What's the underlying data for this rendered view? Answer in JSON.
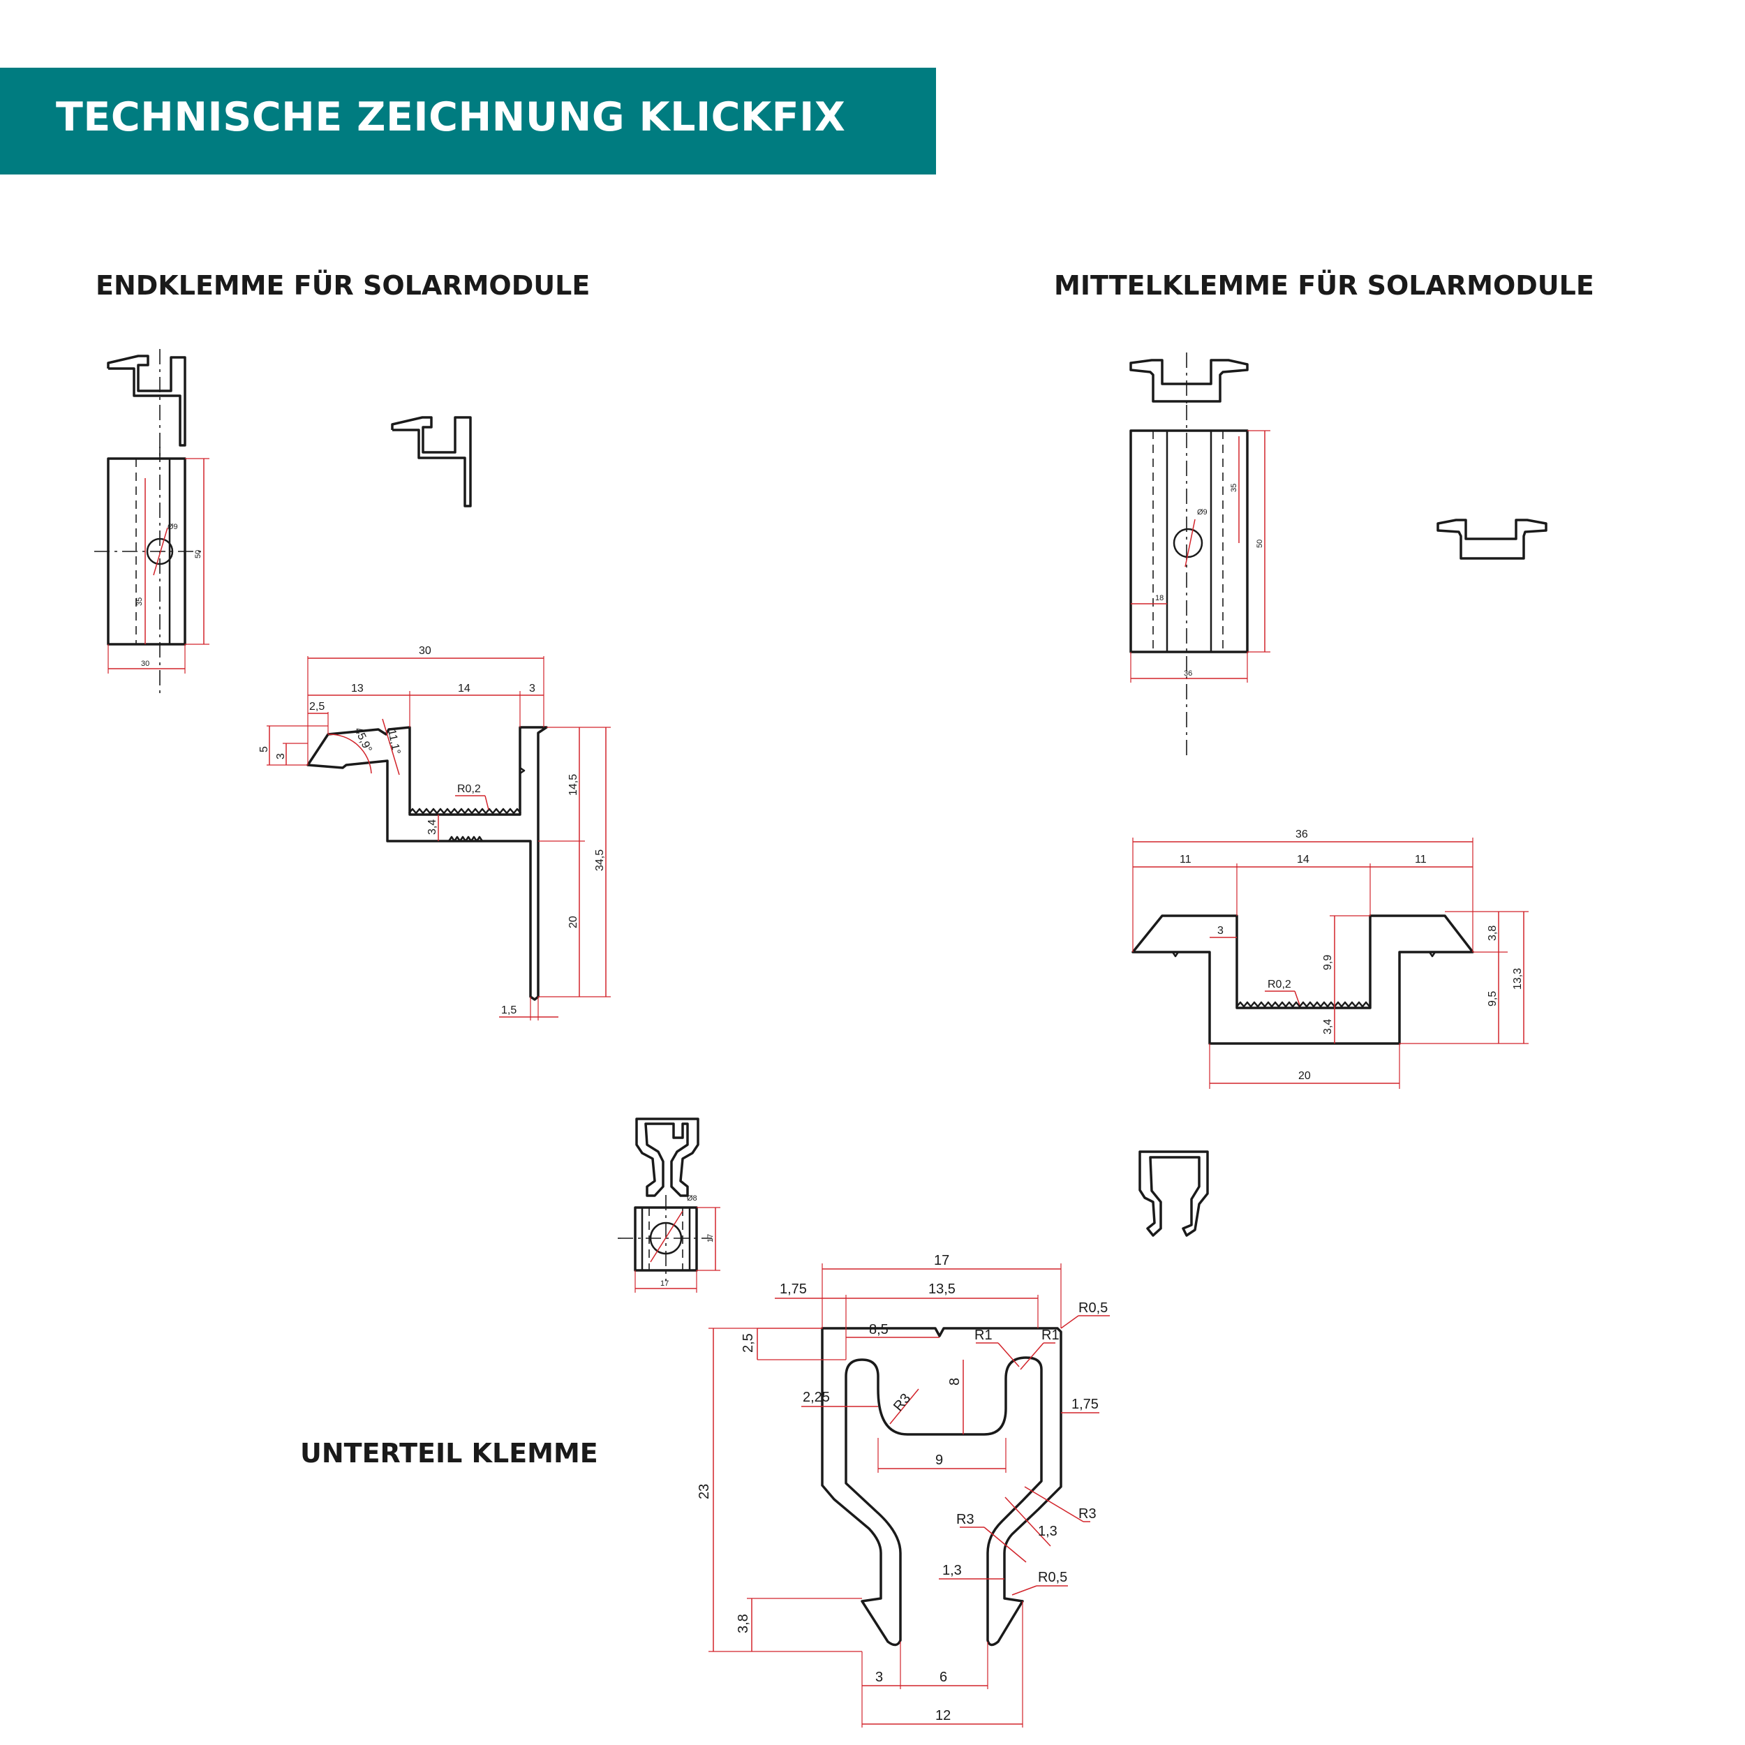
{
  "title": "TECHNISCHE ZEICHNUNG KLICKFIX",
  "headings": {
    "endklemme": "ENDKLEMME FÜR SOLARMODULE",
    "mittelklemme": "MITTELKLEMME FÜR SOLARMODULE",
    "unterteil": "UNTERTEIL KLEMME"
  },
  "colors": {
    "banner": "#007c80",
    "dimension": "#d2232a",
    "outline": "#1a1a1a"
  },
  "end_top": {
    "d30": "30",
    "d35": "35",
    "d50": "50",
    "phi": "Ø9"
  },
  "end_profile": {
    "d30": "30",
    "d13": "13",
    "d14": "14",
    "d3a": "3",
    "d2_5": "2,5",
    "d5": "5",
    "d3b": "3",
    "angle1": "45,9°",
    "angle2": "11,1°",
    "r02": "R0,2",
    "d3_4": "3,4",
    "d14_5": "14,5",
    "d34_5": "34,5",
    "d20": "20",
    "d1_5": "1,5"
  },
  "mid_top": {
    "d35": "35",
    "d50": "50",
    "d18": "18",
    "d36": "36",
    "phi": "Ø9"
  },
  "mid_profile": {
    "d36": "36",
    "d11a": "11",
    "d14": "14",
    "d11b": "11",
    "d3": "3",
    "r02": "R0,2",
    "d9_9": "9,9",
    "d3_4": "3,4",
    "d3_8": "3,8",
    "d13_3": "13,3",
    "d9_5": "9,5",
    "d20": "20"
  },
  "unt_small": {
    "phi": "Ø8",
    "d17a": "17",
    "d17b": "17"
  },
  "unt_profile": {
    "d17": "17",
    "d1_75a": "1,75",
    "d13_5": "13,5",
    "r05a": "R0,5",
    "d8_5": "8,5",
    "d2_5": "2,5",
    "r1a": "R1",
    "r1b": "R1",
    "d8": "8",
    "d2_25": "2,25",
    "r3a": "R3",
    "d1_75b": "1,75",
    "d9": "9",
    "d23": "23",
    "r3b": "R3",
    "r3c": "R3",
    "d1_3a": "1,3",
    "d1_3b": "1,3",
    "r05b": "R0,5",
    "d3_8": "3,8",
    "d3": "3",
    "d6": "6",
    "d12": "12"
  }
}
